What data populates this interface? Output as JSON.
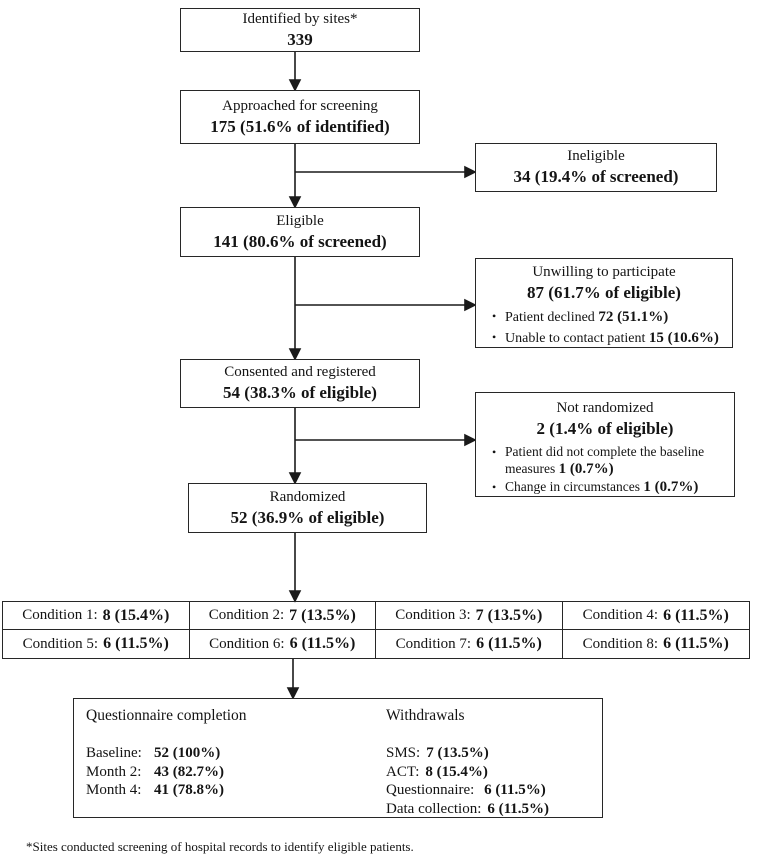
{
  "colors": {
    "background": "#ffffff",
    "border": "#272727",
    "text": "#141414"
  },
  "icons": {
    "bullet": "•"
  },
  "flow": {
    "identified": {
      "title": "Identified by sites*",
      "value": "339"
    },
    "approached": {
      "title": "Approached for screening",
      "value": "175 (51.6% of identified)"
    },
    "ineligible": {
      "title": "Ineligible",
      "value": "34 (19.4% of screened)"
    },
    "eligible": {
      "title": "Eligible",
      "value": "141 (80.6% of screened)"
    },
    "unwilling": {
      "title": "Unwilling to participate",
      "value": "87 (61.7% of eligible)",
      "bullets": [
        {
          "label": "Patient declined ",
          "value": "72 (51.1%)"
        },
        {
          "label": "Unable to contact patient ",
          "value": "15 (10.6%)"
        }
      ]
    },
    "consented": {
      "title": "Consented and registered",
      "value": "54 (38.3% of eligible)"
    },
    "not_randomized": {
      "title": "Not randomized",
      "value": "2 (1.4% of eligible)",
      "bullets": [
        {
          "label": "Patient did not complete the baseline measures ",
          "value": "1 (0.7%)"
        },
        {
          "label": "Change in circumstances ",
          "value": "1 (0.7%)"
        }
      ]
    },
    "randomized": {
      "title": "Randomized",
      "value": "52 (36.9% of eligible)"
    }
  },
  "conditions": {
    "cells": [
      {
        "label": "Condition 1:",
        "value": "8 (15.4%)"
      },
      {
        "label": "Condition 2:",
        "value": "7 (13.5%)"
      },
      {
        "label": "Condition 3:",
        "value": "7 (13.5%)"
      },
      {
        "label": "Condition 4:",
        "value": "6 (11.5%)"
      },
      {
        "label": "Condition 5:",
        "value": "6 (11.5%)"
      },
      {
        "label": "Condition 6:",
        "value": "6 (11.5%)"
      },
      {
        "label": "Condition 7:",
        "value": "6 (11.5%)"
      },
      {
        "label": "Condition 8:",
        "value": "6 (11.5%)"
      }
    ]
  },
  "outcomes": {
    "questionnaire": {
      "title": "Questionnaire completion",
      "rows": [
        {
          "label": "Baseline:",
          "value": "52 (100%)"
        },
        {
          "label": "Month 2:",
          "value": "43 (82.7%)"
        },
        {
          "label": "Month 4:",
          "value": "41 (78.8%)"
        }
      ]
    },
    "withdrawals": {
      "title": "Withdrawals",
      "rows": [
        {
          "label": "SMS:",
          "value": "7 (13.5%)"
        },
        {
          "label": "ACT:",
          "value": "8 (15.4%)"
        },
        {
          "label": "Questionnaire: ",
          "value": "6 (11.5%)"
        },
        {
          "label": "Data collection:",
          "value": "6 (11.5%)"
        }
      ]
    }
  },
  "footnote": "*Sites conducted screening of hospital records to identify eligible patients."
}
